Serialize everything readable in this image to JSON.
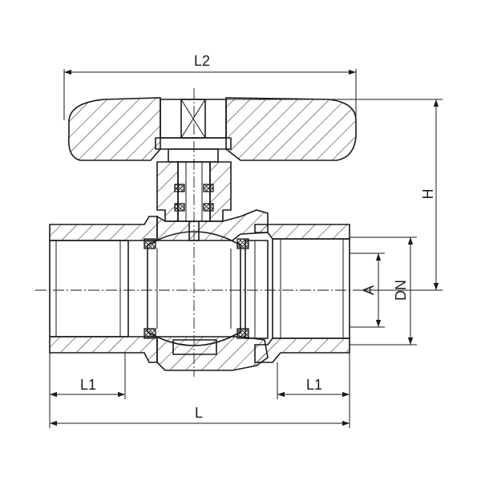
{
  "diagram": {
    "dimensions": {
      "L2": "L2",
      "H": "H",
      "A": "A",
      "DN": "DN",
      "L1_left": "L1",
      "L1_right": "L1",
      "L": "L"
    }
  }
}
